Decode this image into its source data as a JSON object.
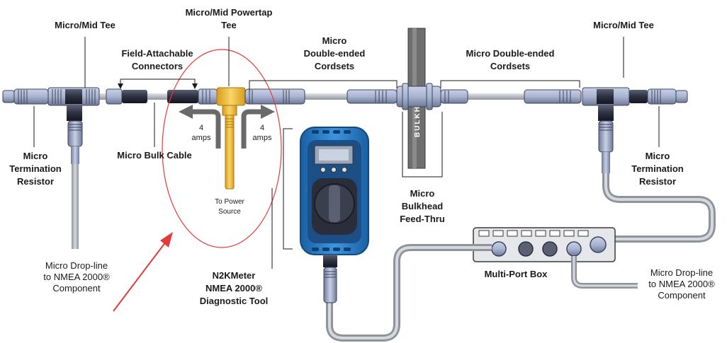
{
  "labels": {
    "mid_tee_left": "Micro/Mid Tee",
    "mid_tee_right": "Micro/Mid Tee",
    "powertap_line1": "Micro/Mid Powertap",
    "powertap_line2": "Tee",
    "field_line1": "Field-Attachable",
    "field_line2": "Connectors",
    "double_left_line1": "Micro",
    "double_left_line2": "Double-ended",
    "double_left_line3": "Cordsets",
    "double_right_line1": "Micro Double-ended",
    "double_right_line2": "Cordsets",
    "term_left_line1": "Micro",
    "term_left_line2": "Termination",
    "term_left_line3": "Resistor",
    "term_right_line1": "Micro",
    "term_right_line2": "Termination",
    "term_right_line3": "Resistor",
    "bulk_cable": "Micro Bulk Cable",
    "amps_left_value": "4",
    "amps_left_unit": "amps",
    "amps_right_value": "4",
    "amps_right_unit": "amps",
    "power_source_line1": "To Power",
    "power_source_line2": "Source",
    "bulkhead_vertical": "BULKHEAD",
    "feedthru_line1": "Micro",
    "feedthru_line2": "Bulkhead",
    "feedthru_line3": "Feed-Thru",
    "drop_left_line1": "Micro Drop-line",
    "drop_left_line2": "to NMEA 2000®",
    "drop_left_line3": "Component",
    "drop_right_line1": "Micro Drop-line",
    "drop_right_line2": "to NMEA 2000®",
    "drop_right_line3": "Component",
    "n2k_line1": "N2KMeter",
    "n2k_line2": "NMEA 2000®",
    "n2k_line3": "Diagnostic Tool",
    "multiport": "Multi-Port Box"
  },
  "colors": {
    "connector_blue": "#a9b4d2",
    "connector_dark": "#3d4257",
    "cable_gray": "#b9bcc4",
    "powertap_yellow": "#f5c23a",
    "meter_blue": "#1f74bf",
    "bulkhead_gray": "#6e6e6e",
    "highlight_red": "#e53a3a"
  }
}
